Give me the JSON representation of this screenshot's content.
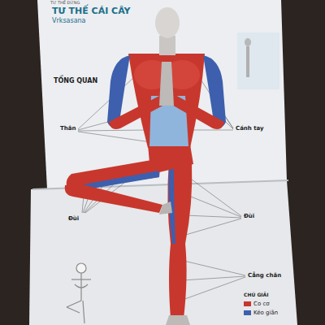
{
  "diagram": {
    "title": "TƯ THẾ CÁI CÂY",
    "labels": [
      "TƯ THẾ ĐỨNG",
      "Vrksasana",
      "TỔNG QUAN",
      "Thân",
      "Cánh tay",
      "Đùi",
      "Đùi",
      "Cẳng chân",
      "CHÚ GIẢI"
    ],
    "legend": [
      {
        "text": "Co cơ",
        "color": "#c8372d"
      },
      {
        "text": "Kéo giãn",
        "color": "#3d5fae"
      }
    ]
  }
}
